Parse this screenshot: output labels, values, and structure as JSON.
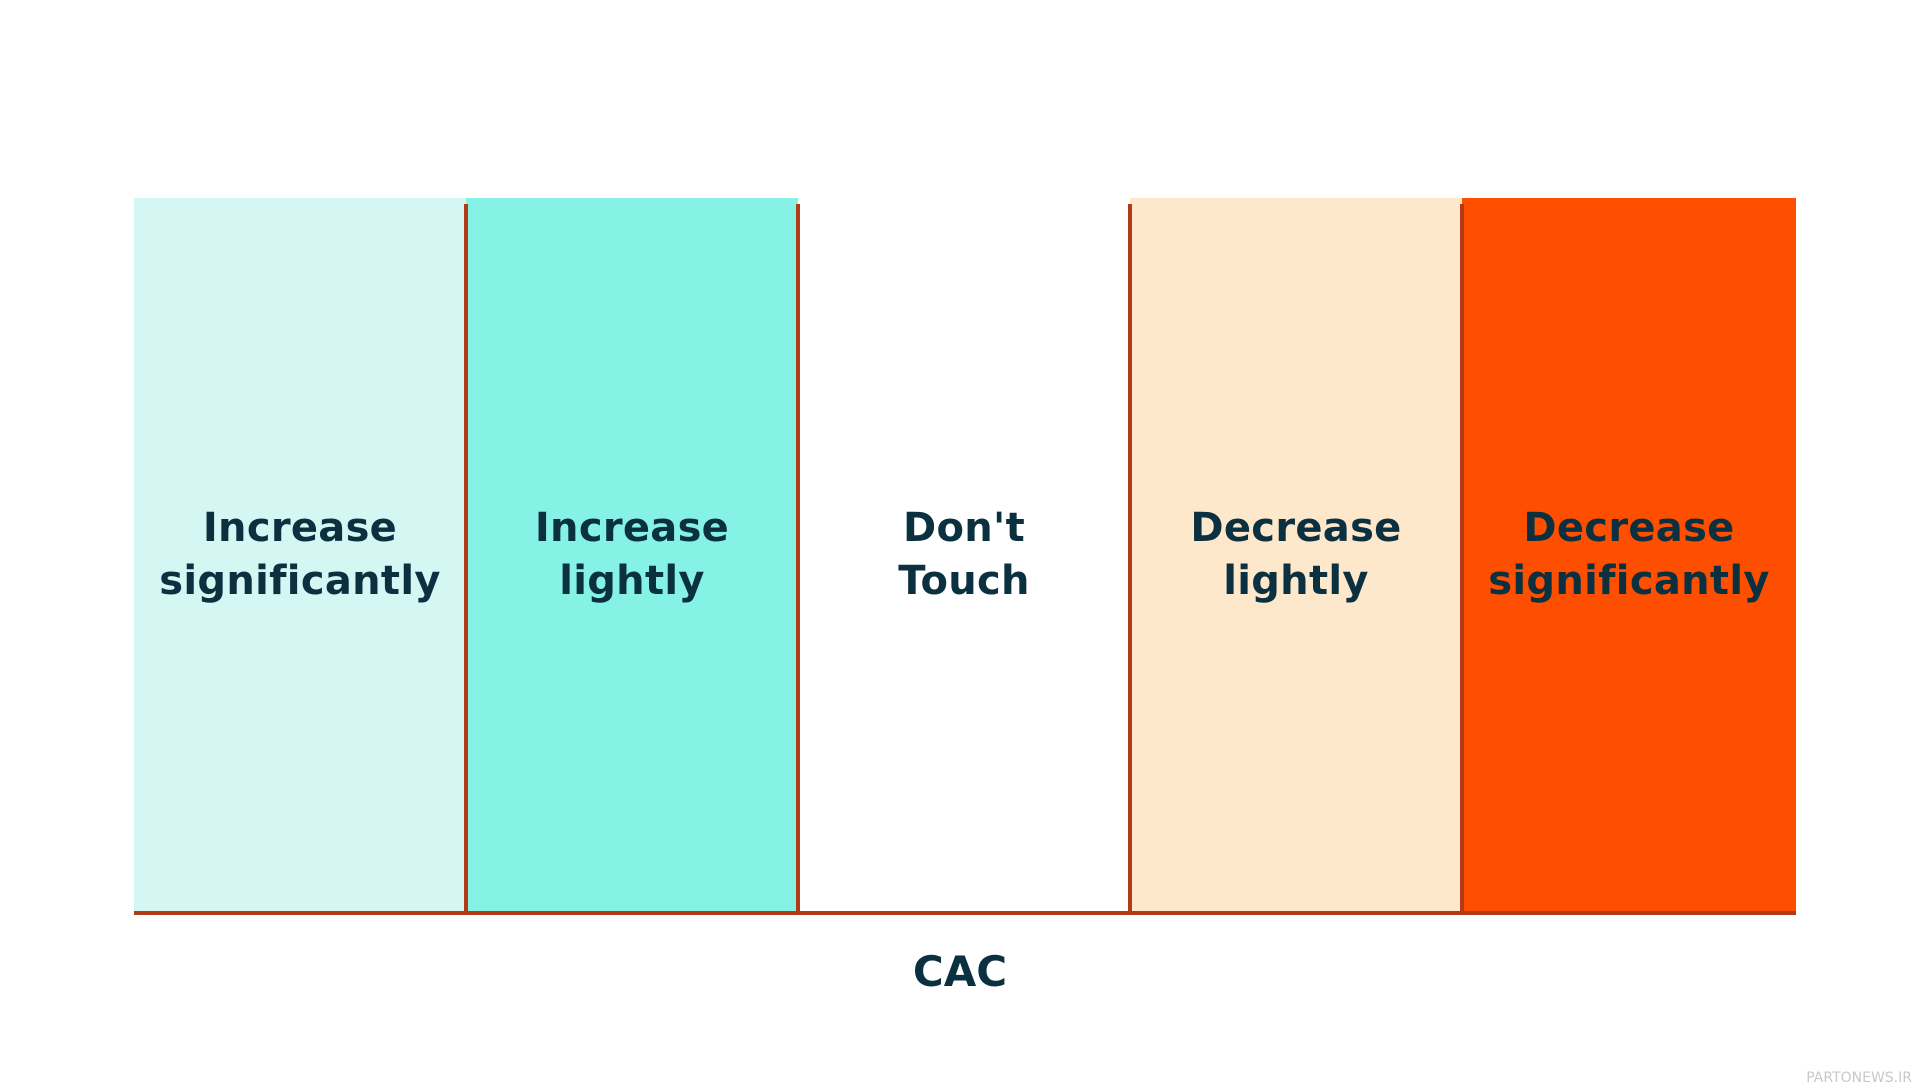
{
  "bands": [
    {
      "label": "Increase\nsignificantly",
      "color": "#d5f7f4"
    },
    {
      "label": "Increase\nlightly",
      "color": "#86f2e5"
    },
    {
      "label": "Don't\nTouch",
      "color": "#ffffff"
    },
    {
      "label": "Decrease\nlightly",
      "color": "#fee8cc"
    },
    {
      "label": "Decrease\nsignificantly",
      "color": "#fe4f01"
    }
  ],
  "axis": {
    "label": "CAC",
    "line_color": "#b23a16"
  },
  "text_color": "#0b3040",
  "watermark": "PARTONEWS.IR"
}
